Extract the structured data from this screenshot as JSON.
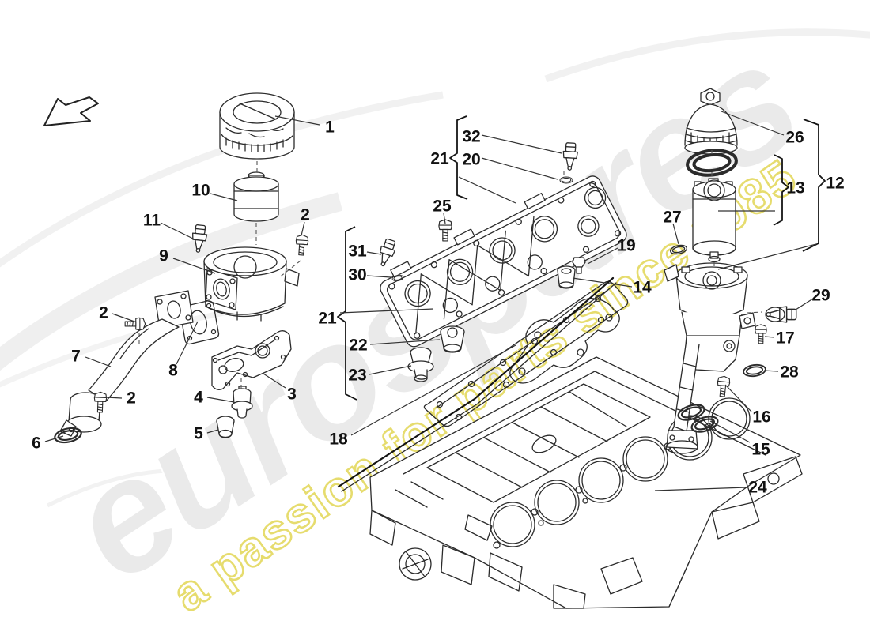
{
  "watermark": {
    "brand": "eurospares",
    "tagline": "a passion for parts since 1985",
    "brand_color": "#eaeaea",
    "tagline_color": "#e6dc6e"
  },
  "diagram": {
    "callouts": [
      {
        "label": "1"
      },
      {
        "label": "10"
      },
      {
        "label": "11"
      },
      {
        "label": "2"
      },
      {
        "label": "9"
      },
      {
        "label": "2"
      },
      {
        "label": "7"
      },
      {
        "label": "2"
      },
      {
        "label": "6"
      },
      {
        "label": "8"
      },
      {
        "label": "4"
      },
      {
        "label": "5"
      },
      {
        "label": "3"
      },
      {
        "label": "25"
      },
      {
        "label": "21"
      },
      {
        "label": "32"
      },
      {
        "label": "20"
      },
      {
        "label": "31"
      },
      {
        "label": "30"
      },
      {
        "label": "21"
      },
      {
        "label": "22"
      },
      {
        "label": "23"
      },
      {
        "label": "18"
      },
      {
        "label": "19"
      },
      {
        "label": "14"
      },
      {
        "label": "26"
      },
      {
        "label": "13"
      },
      {
        "label": "12"
      },
      {
        "label": "27"
      },
      {
        "label": "29"
      },
      {
        "label": "17"
      },
      {
        "label": "28"
      },
      {
        "label": "16"
      },
      {
        "label": "15"
      },
      {
        "label": "24"
      }
    ]
  }
}
